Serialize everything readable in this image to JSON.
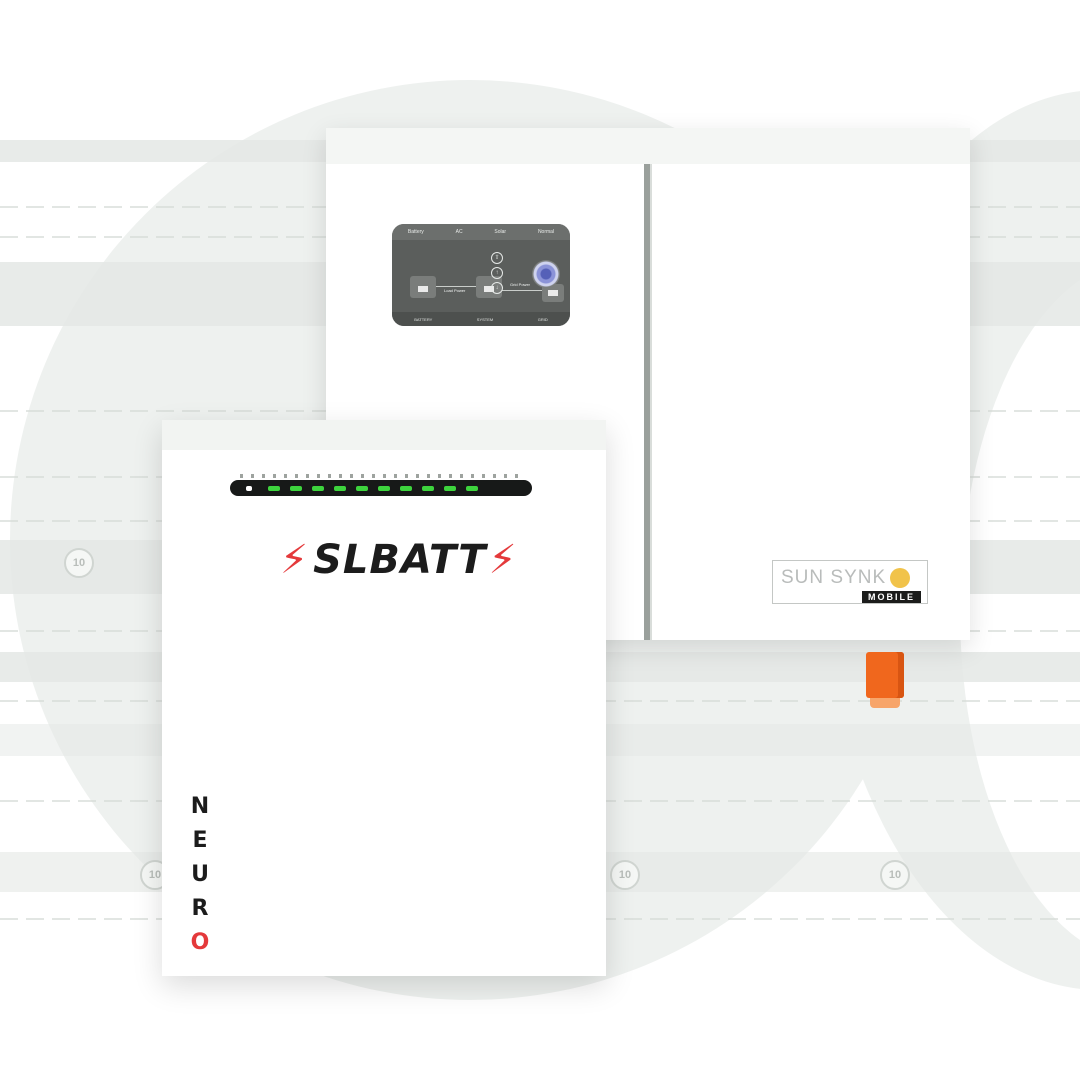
{
  "inverter": {
    "screen_tabs": [
      "Battery",
      "AC",
      "Solar",
      "Normal"
    ],
    "screen_labels": [
      "Load Power",
      "Grid Power"
    ],
    "screen_bottom": [
      "BATTERY",
      "SYSTEM",
      "GRID"
    ],
    "nav_buttons": [
      "⇧",
      "↑",
      "↓"
    ],
    "logo": {
      "brand": "SUN SYNK",
      "sub": "MOBILE"
    }
  },
  "battery": {
    "brand": "SLBATT",
    "vertical_mark": [
      "N",
      "E",
      "U",
      "R",
      "O"
    ],
    "led_colors": [
      "#ffffff",
      "#3dd43d",
      "#3dd43d",
      "#3dd43d",
      "#3dd43d",
      "#3dd43d",
      "#3dd43d",
      "#3dd43d",
      "#3dd43d",
      "#3dd43d",
      "#3dd43d"
    ]
  },
  "background": {
    "badge_text": "10"
  },
  "colors": {
    "brand_red": "#e4393b",
    "led_green": "#3dd43d",
    "cable_orange": "#f0671d",
    "sun_yellow": "#f1c34a"
  }
}
